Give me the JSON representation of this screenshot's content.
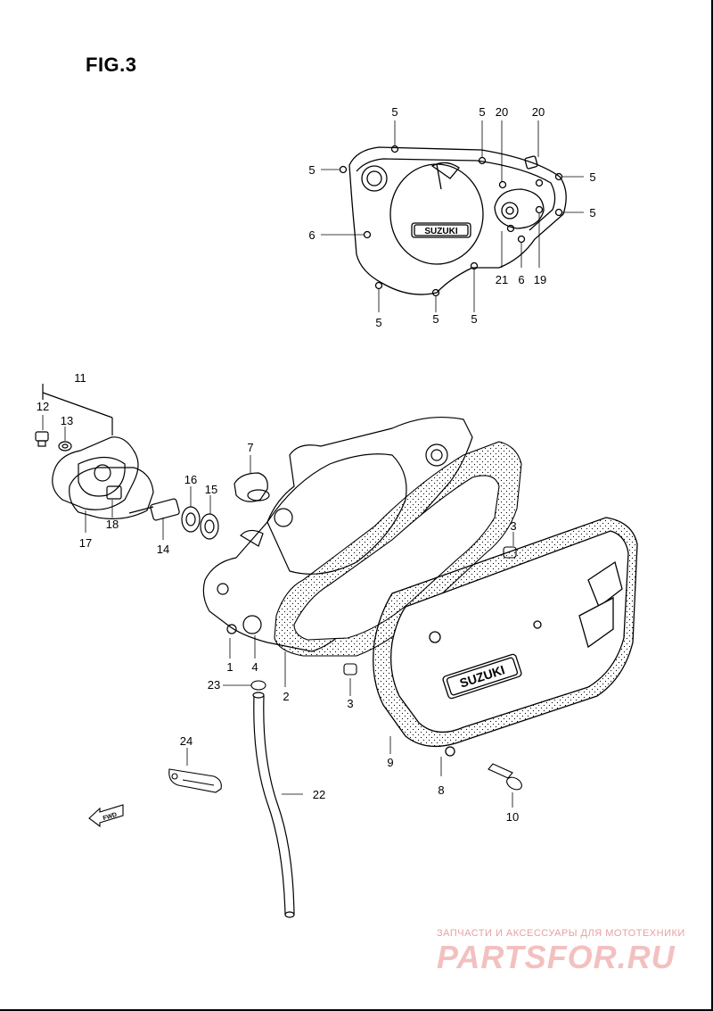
{
  "figure": {
    "title": "FIG.3"
  },
  "cover_emblems": {
    "top_cover_logo": "SUZUKI",
    "clutch_cover_logo": "SUZUKI",
    "direction_arrow": "FWD"
  },
  "callouts": [
    {
      "id": "c-top-5a",
      "label": "5"
    },
    {
      "id": "c-top-5b",
      "label": "5"
    },
    {
      "id": "c-top-20a",
      "label": "20"
    },
    {
      "id": "c-top-20b",
      "label": "20"
    },
    {
      "id": "c-top-5c",
      "label": "5"
    },
    {
      "id": "c-top-5d",
      "label": "5"
    },
    {
      "id": "c-top-5e",
      "label": "5"
    },
    {
      "id": "c-top-6a",
      "label": "6"
    },
    {
      "id": "c-top-21",
      "label": "21"
    },
    {
      "id": "c-top-6b",
      "label": "6"
    },
    {
      "id": "c-top-19",
      "label": "19"
    },
    {
      "id": "c-top-5f",
      "label": "5"
    },
    {
      "id": "c-top-5g",
      "label": "5"
    },
    {
      "id": "c-top-5h",
      "label": "5"
    },
    {
      "id": "c-11",
      "label": "11"
    },
    {
      "id": "c-12",
      "label": "12"
    },
    {
      "id": "c-13",
      "label": "13"
    },
    {
      "id": "c-7",
      "label": "7"
    },
    {
      "id": "c-16",
      "label": "16"
    },
    {
      "id": "c-15",
      "label": "15"
    },
    {
      "id": "c-17",
      "label": "17"
    },
    {
      "id": "c-18",
      "label": "18"
    },
    {
      "id": "c-14",
      "label": "14"
    },
    {
      "id": "c-3a",
      "label": "3"
    },
    {
      "id": "c-1",
      "label": "1"
    },
    {
      "id": "c-4",
      "label": "4"
    },
    {
      "id": "c-23",
      "label": "23"
    },
    {
      "id": "c-2",
      "label": "2"
    },
    {
      "id": "c-3b",
      "label": "3"
    },
    {
      "id": "c-9",
      "label": "9"
    },
    {
      "id": "c-24",
      "label": "24"
    },
    {
      "id": "c-22",
      "label": "22"
    },
    {
      "id": "c-8",
      "label": "8"
    },
    {
      "id": "c-10",
      "label": "10"
    }
  ],
  "watermark": {
    "tagline": "ЗАПЧАСТИ И АКСЕССУАРЫ ДЛЯ МОТОТЕХНИКИ",
    "brand": "PARTSFOR.RU"
  },
  "colors": {
    "ink": "#000000",
    "watermark": "#f0b8b8"
  }
}
